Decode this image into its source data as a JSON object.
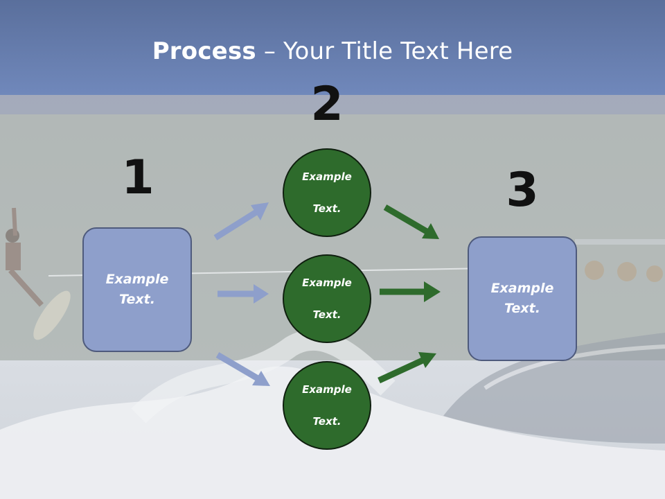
{
  "slide": {
    "title_bold": "Process",
    "title_rest": " – Your Title Text Here"
  },
  "steps": [
    {
      "number": "1",
      "text_line1": "Example",
      "text_line2": "Text."
    },
    {
      "number": "2"
    },
    {
      "number": "3",
      "text_line1": "Example",
      "text_line2": "Text."
    }
  ],
  "circles": [
    {
      "text_line1": "Example",
      "text_line2": "Text."
    },
    {
      "text_line1": "Example",
      "text_line2": "Text."
    },
    {
      "text_line1": "Example",
      "text_line2": "Text."
    }
  ],
  "colors": {
    "title_band": "#6f86b8",
    "box_fill": "#8e9fcb",
    "circle_fill": "#2e6b2c",
    "arrow_blue": "#8e9fcb",
    "arrow_green": "#2e6b2c"
  }
}
